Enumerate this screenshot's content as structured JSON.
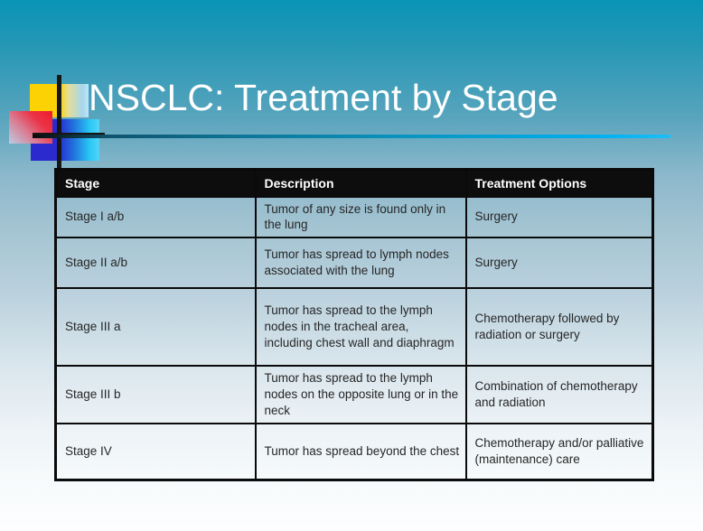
{
  "slide": {
    "title": "NSCLC: Treatment by Stage"
  },
  "colors": {
    "background_top": "#0994b6",
    "background_bottom": "#fdfeff",
    "underline_cyan": "#00aeef",
    "header_background": "#0d0d0d",
    "header_text": "#ffffff",
    "body_text": "#262626",
    "table_border": "#0a0a0a",
    "deco_yellow": "#fdd204",
    "deco_red": "#ef1b2d",
    "deco_royal_blue": "#2a2ace",
    "deco_cyan": "#29c9f4"
  },
  "table": {
    "headers": [
      "Stage",
      "Description",
      "Treatment Options"
    ],
    "rows": [
      {
        "stage": "Stage I a/b",
        "description": "Tumor of any size is found only in the lung",
        "treatment": "Surgery"
      },
      {
        "stage": "Stage II a/b",
        "description": "Tumor has spread to lymph nodes associated with the lung",
        "treatment": "Surgery"
      },
      {
        "stage": "Stage III a",
        "description": "Tumor has spread to the lymph nodes in the tracheal area, including chest wall and diaphragm",
        "treatment": "Chemotherapy followed by radiation or surgery"
      },
      {
        "stage": "Stage III b",
        "description": "Tumor has spread to the lymph nodes on the opposite lung or in the neck",
        "treatment": "Combination of chemotherapy and radiation"
      },
      {
        "stage": "Stage IV",
        "description": "Tumor has spread beyond the chest",
        "treatment": "Chemotherapy and/or palliative (maintenance) care"
      }
    ]
  }
}
